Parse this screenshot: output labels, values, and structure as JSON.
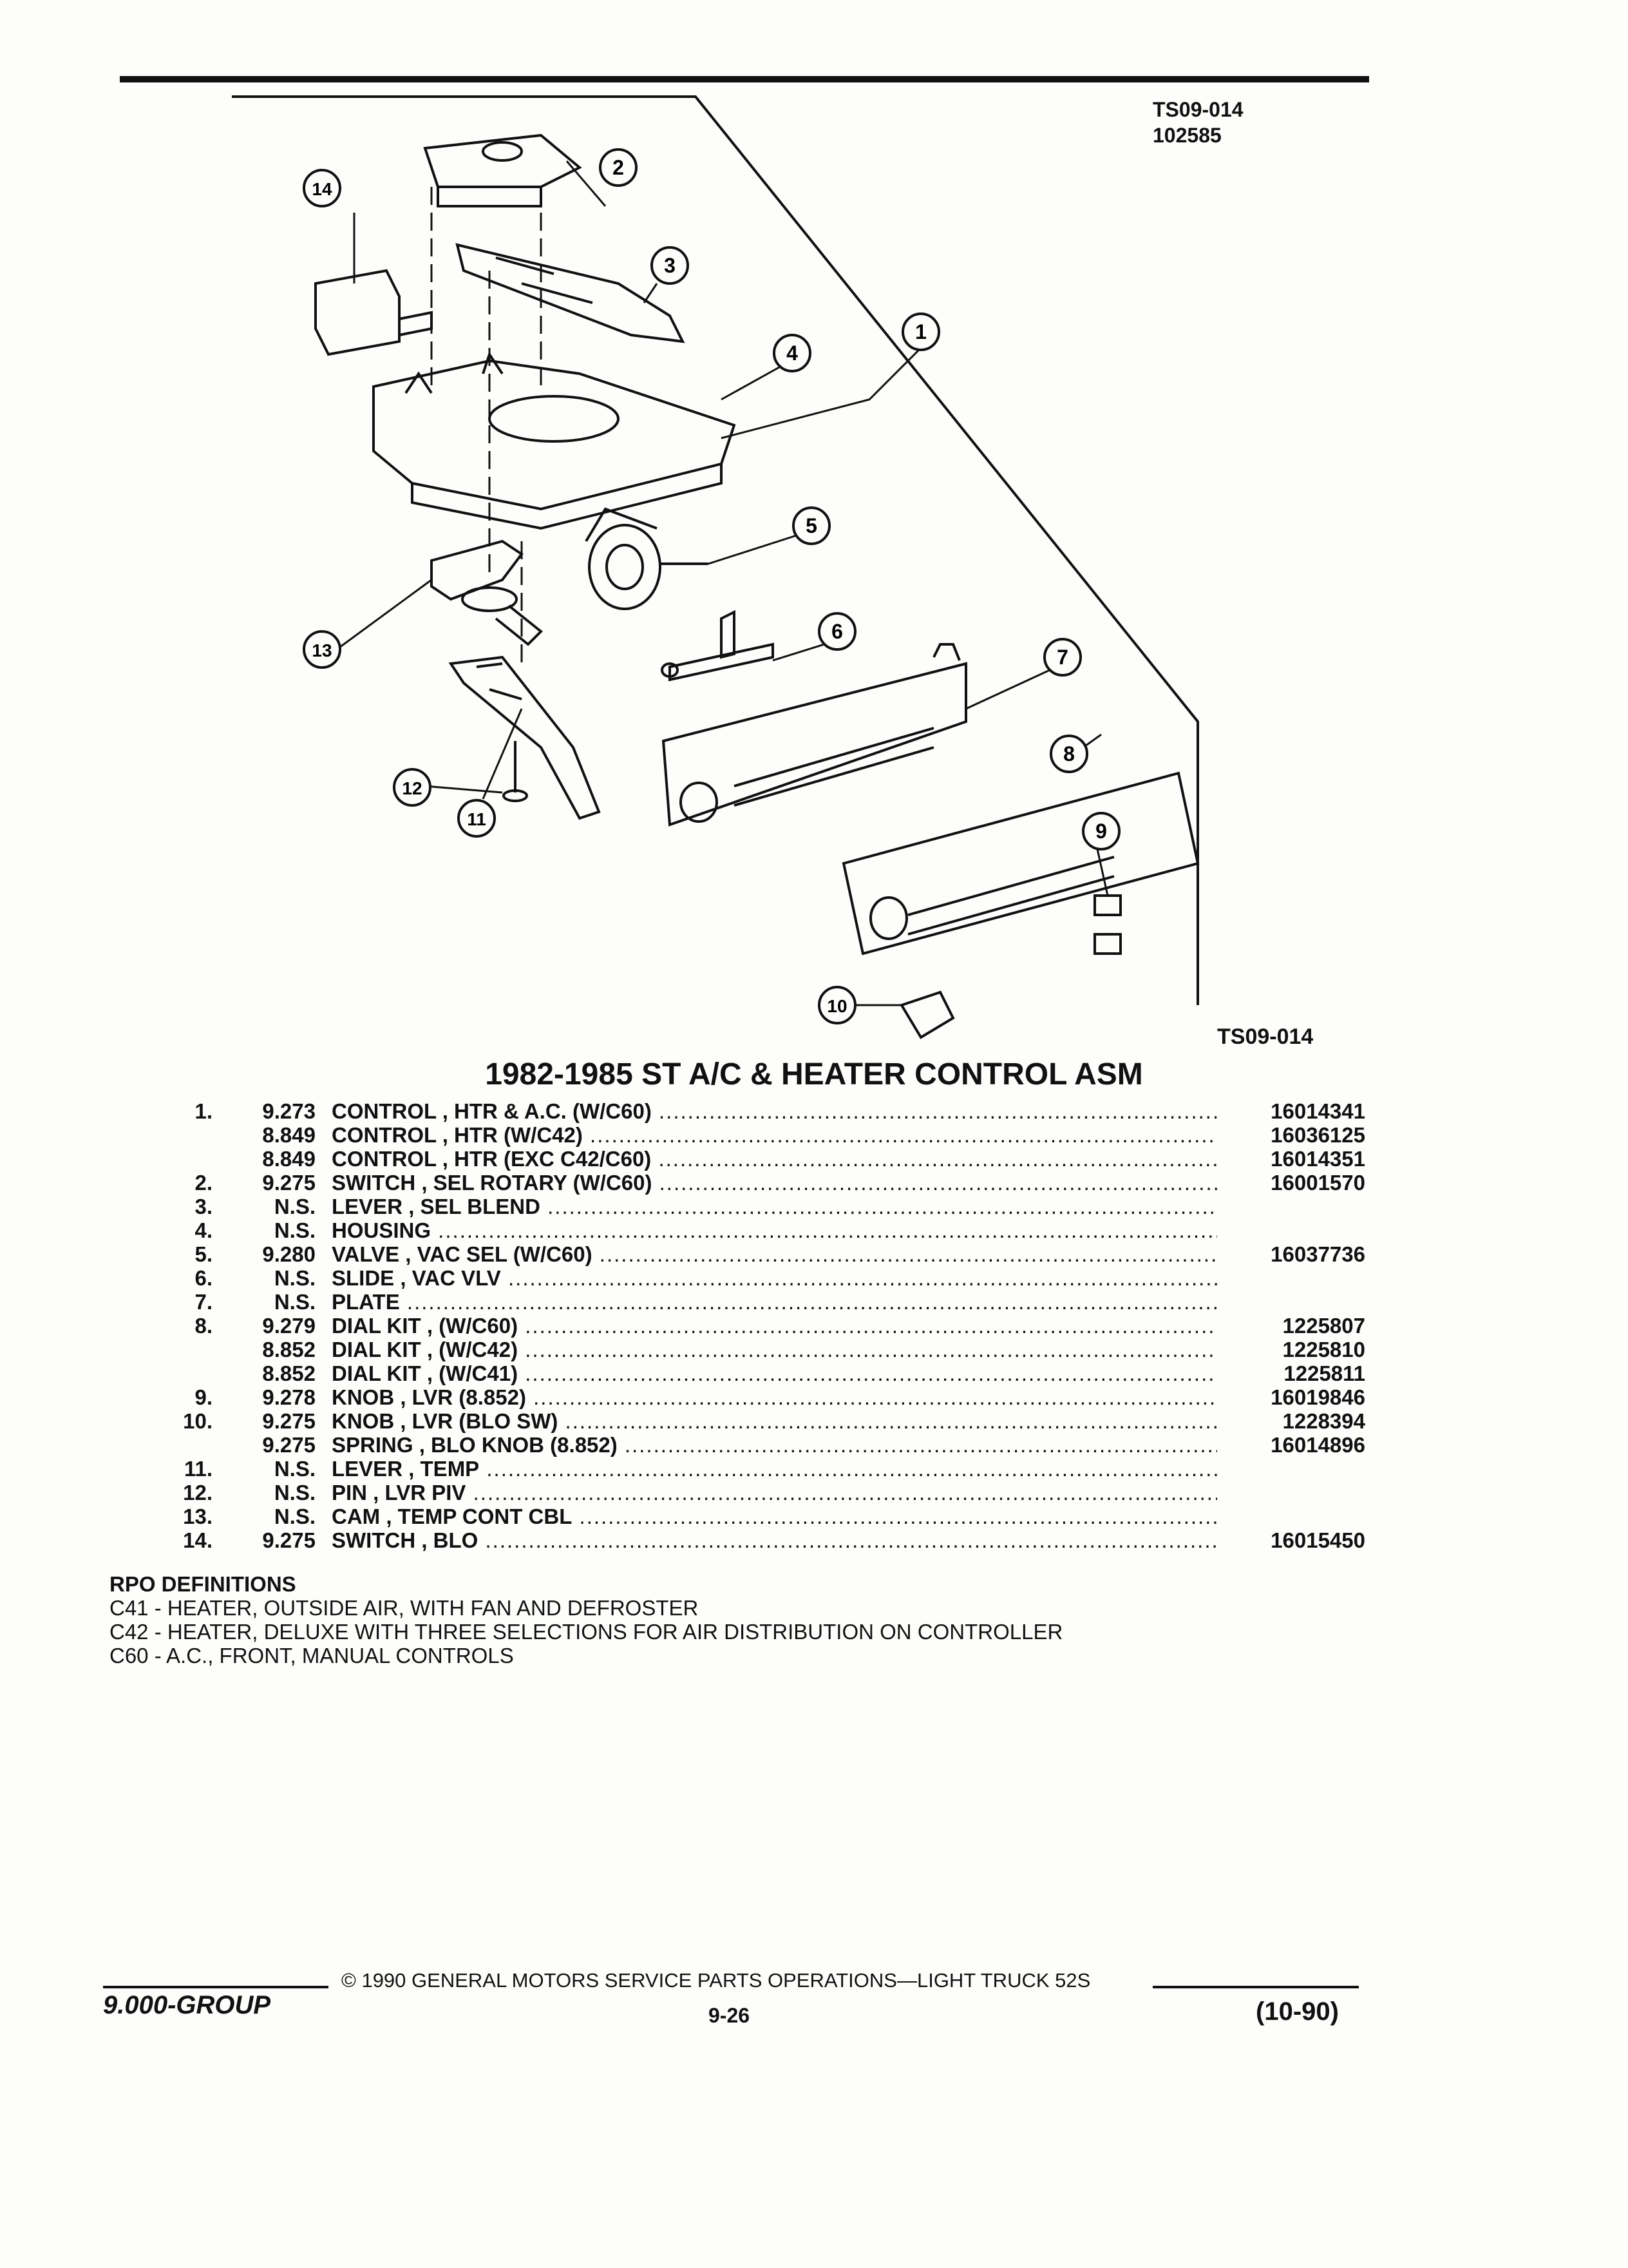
{
  "figure": {
    "reference": [
      "TS09-014",
      "102585"
    ],
    "caption_id": "TS09-014",
    "callouts": [
      "1",
      "2",
      "3",
      "4",
      "5",
      "6",
      "7",
      "8",
      "9",
      "10",
      "11",
      "12",
      "13",
      "14"
    ]
  },
  "title": "1982-1985 ST A/C & HEATER CONTROL ASM",
  "parts": [
    {
      "num": "1.",
      "code": "9.273",
      "desc": "CONTROL , HTR & A.C. (W/C60)",
      "pn": "16014341"
    },
    {
      "num": "",
      "code": "8.849",
      "desc": "CONTROL , HTR (W/C42)",
      "pn": "16036125"
    },
    {
      "num": "",
      "code": "8.849",
      "desc": "CONTROL , HTR (EXC C42/C60)",
      "pn": "16014351"
    },
    {
      "num": "2.",
      "code": "9.275",
      "desc": "SWITCH , SEL ROTARY (W/C60)",
      "pn": "16001570"
    },
    {
      "num": "3.",
      "code": "N.S.",
      "desc": "LEVER , SEL BLEND",
      "pn": ""
    },
    {
      "num": "4.",
      "code": "N.S.",
      "desc": "HOUSING",
      "pn": ""
    },
    {
      "num": "5.",
      "code": "9.280",
      "desc": "VALVE , VAC SEL (W/C60)",
      "pn": "16037736"
    },
    {
      "num": "6.",
      "code": "N.S.",
      "desc": "SLIDE , VAC VLV",
      "pn": ""
    },
    {
      "num": "7.",
      "code": "N.S.",
      "desc": "PLATE",
      "pn": ""
    },
    {
      "num": "8.",
      "code": "9.279",
      "desc": "DIAL KIT , (W/C60)",
      "pn": "1225807"
    },
    {
      "num": "",
      "code": "8.852",
      "desc": "DIAL KIT , (W/C42)",
      "pn": "1225810"
    },
    {
      "num": "",
      "code": "8.852",
      "desc": "DIAL KIT , (W/C41)",
      "pn": "1225811"
    },
    {
      "num": "9.",
      "code": "9.278",
      "desc": "KNOB , LVR (8.852)",
      "pn": "16019846"
    },
    {
      "num": "10.",
      "code": "9.275",
      "desc": "KNOB , LVR (BLO SW)",
      "pn": "1228394"
    },
    {
      "num": "",
      "code": "9.275",
      "desc": "SPRING , BLO KNOB (8.852)",
      "pn": "16014896"
    },
    {
      "num": "11.",
      "code": "N.S.",
      "desc": "LEVER , TEMP",
      "pn": ""
    },
    {
      "num": "12.",
      "code": "N.S.",
      "desc": "PIN , LVR PIV",
      "pn": ""
    },
    {
      "num": "13.",
      "code": "N.S.",
      "desc": "CAM , TEMP CONT CBL",
      "pn": ""
    },
    {
      "num": "14.",
      "code": "9.275",
      "desc": "SWITCH , BLO",
      "pn": "16015450"
    }
  ],
  "rpo": {
    "heading": "RPO DEFINITIONS",
    "lines": [
      "C41 - HEATER, OUTSIDE AIR, WITH FAN AND DEFROSTER",
      "C42 - HEATER, DELUXE WITH THREE SELECTIONS FOR AIR DISTRIBUTION ON CONTROLLER",
      "C60 - A.C., FRONT, MANUAL CONTROLS"
    ]
  },
  "footer": {
    "copyright": "© 1990 GENERAL MOTORS SERVICE PARTS OPERATIONS—LIGHT TRUCK 52S",
    "group": "9.000-GROUP",
    "page": "9-26",
    "date": "(10-90)"
  }
}
